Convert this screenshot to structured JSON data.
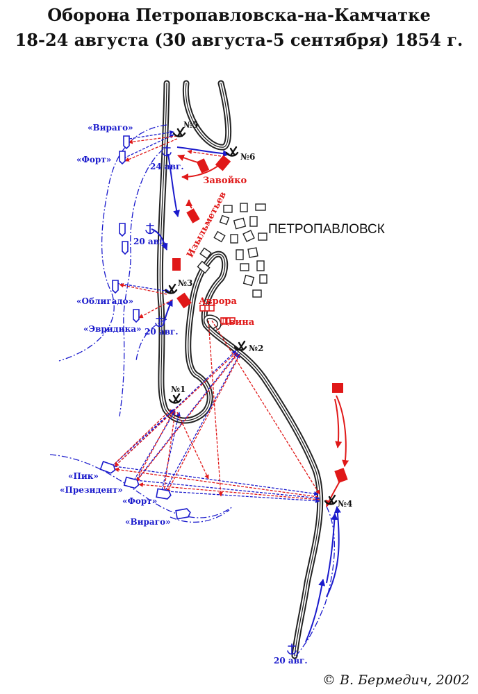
{
  "map": {
    "title_line1": "Оборона Петропавловска-на-Камчатке",
    "title_line2": "18-24 августа (30 августа-5 сентября) 1854 г.",
    "city": "ПЕТРОПАВЛОВСК",
    "copyright": "© В. Бермедич, 2002",
    "colors": {
      "allied": "#1a1acc",
      "russian": "#e01818",
      "shore": "#222222"
    },
    "batteries": {
      "b1": "№1",
      "b2": "№2",
      "b3": "№3",
      "b4": "№4",
      "b5": "№5",
      "b6": "№6"
    },
    "allied_ships": {
      "virago_north": "«Вираго»",
      "fort_north": "«Форт»",
      "obligado": "«Облигадо»",
      "evridika": "«Эвридика»",
      "pik": "«Пик»",
      "president": "«Президент»",
      "fort_south": "«Форт»",
      "virago_south": "«Вираго»"
    },
    "dates": {
      "d24": "24 авг.",
      "d20a": "20 авг.",
      "d20b": "20 авг.",
      "d20c": "20 авг."
    },
    "russian": {
      "zavoyko": "Завойко",
      "izylmetyev": "Изыльметьев",
      "avrora": "Аврора",
      "dvina": "Двина"
    },
    "icons": [
      "anchor-icon",
      "battery-icon",
      "ship-icon",
      "russian-unit-icon"
    ]
  }
}
